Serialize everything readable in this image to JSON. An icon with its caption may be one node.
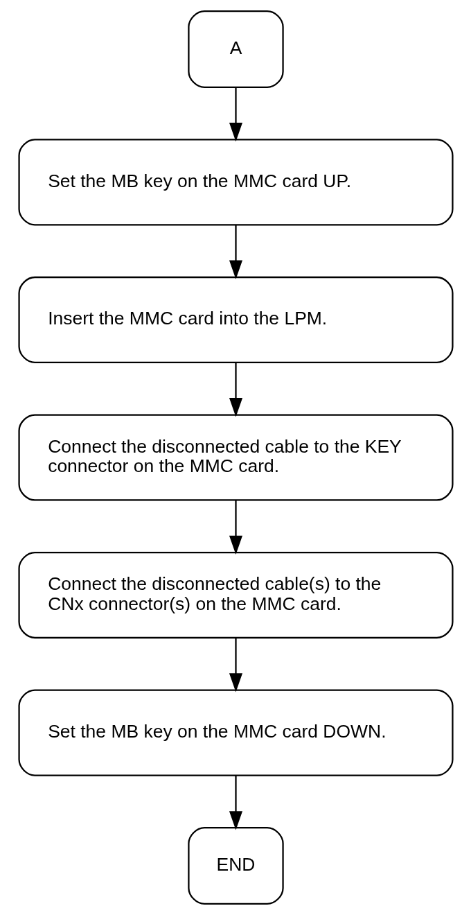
{
  "diagram": {
    "nodes": [
      {
        "text": [
          "A"
        ]
      },
      {
        "text": [
          "Set the MB key on the MMC card UP."
        ]
      },
      {
        "text": [
          "Insert the MMC card into the LPM."
        ]
      },
      {
        "text": [
          "Connect the disconnected cable to the KEY connector on the MMC card."
        ]
      },
      {
        "text": [
          "Connect the disconnected cable(s) to the CNx connector(s) on the MMC card."
        ]
      },
      {
        "text": [
          "Set the MB key on the MMC card DOWN."
        ]
      },
      {
        "text": [
          "END"
        ]
      }
    ],
    "edges": [
      {
        "from": 0,
        "to": 1,
        "arrow": "to"
      },
      {
        "from": 1,
        "to": 2,
        "arrow": "to"
      },
      {
        "from": 2,
        "to": 3,
        "arrow": "to"
      },
      {
        "from": 3,
        "to": 4,
        "arrow": "to"
      },
      {
        "from": 4,
        "to": 5,
        "arrow": "to"
      },
      {
        "from": 5,
        "to": 6,
        "arrow": "to"
      }
    ]
  }
}
